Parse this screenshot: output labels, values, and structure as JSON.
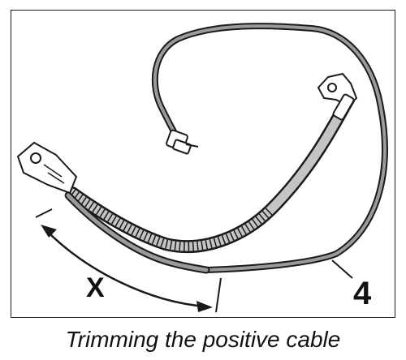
{
  "diagram": {
    "measurement_label": "X",
    "callout_number": "4",
    "caption": "Trimming the positive cable"
  },
  "colors": {
    "line": "#1a1a1a",
    "cable_fill": "#9a9a9a",
    "sleeve_fill": "#c4c4c4",
    "terminal_fill": "#ffffff"
  }
}
